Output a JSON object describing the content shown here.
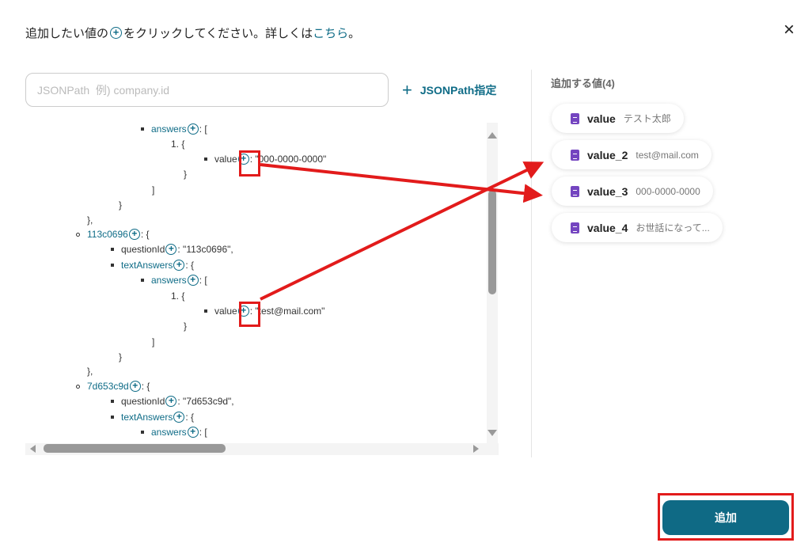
{
  "header": {
    "instruction_before": "追加したい値の",
    "instruction_after": "をクリックしてください。詳しくは",
    "link": "こちら",
    "instruction_end": "。",
    "close_icon": "×"
  },
  "search": {
    "placeholder": "JSONPath  例) company.id",
    "value": ""
  },
  "jsonpath_button": {
    "icon": "+",
    "label": "JSONPath指定"
  },
  "tree": [
    {
      "bullet": "square",
      "key": "answers",
      "key_style": "link",
      "plus": true,
      "suffix": ": ["
    },
    {
      "text": "1. {"
    },
    {
      "bullet": "square",
      "key": "value",
      "key_style": "plain",
      "plus": true,
      "suffix": ": \"000-0000-0000\""
    },
    {
      "text": "}"
    },
    {
      "text": "]"
    },
    {
      "text": "}"
    },
    {
      "text": "},"
    },
    {
      "bullet": "circle",
      "key": "113c0696",
      "key_style": "link",
      "plus": true,
      "suffix": ": {"
    },
    {
      "bullet": "square",
      "key": "questionId",
      "key_style": "plain",
      "plus": true,
      "suffix": ": \"113c0696\","
    },
    {
      "bullet": "square",
      "key": "textAnswers",
      "key_style": "link",
      "plus": true,
      "suffix": ": {"
    },
    {
      "bullet": "square",
      "key": "answers",
      "key_style": "link",
      "plus": true,
      "suffix": ": ["
    },
    {
      "text": "1. {"
    },
    {
      "bullet": "square",
      "key": "value",
      "key_style": "plain",
      "plus": true,
      "suffix": ": \"test@mail.com\""
    },
    {
      "text": "}"
    },
    {
      "text": "]"
    },
    {
      "text": "}"
    },
    {
      "text": "},"
    },
    {
      "bullet": "circle",
      "key": "7d653c9d",
      "key_style": "link",
      "plus": true,
      "suffix": ": {"
    },
    {
      "bullet": "square",
      "key": "questionId",
      "key_style": "plain",
      "plus": true,
      "suffix": ": \"7d653c9d\","
    },
    {
      "bullet": "square",
      "key": "textAnswers",
      "key_style": "link",
      "plus": true,
      "suffix": ": {"
    },
    {
      "bullet": "square",
      "key": "answers",
      "key_style": "link",
      "plus": true,
      "suffix": ": ["
    }
  ],
  "selected": {
    "heading": "追加する値(4)",
    "items": [
      {
        "name": "value",
        "value": "テスト太郎"
      },
      {
        "name": "value_2",
        "value": "test@mail.com"
      },
      {
        "name": "value_3",
        "value": "000-0000-0000"
      },
      {
        "name": "value_4",
        "value": "お世話になって..."
      }
    ]
  },
  "add_button": "追加",
  "colors": {
    "accent": "#0f6a85",
    "annotation": "#e21b1b",
    "doc_icon": "#7445c0"
  }
}
